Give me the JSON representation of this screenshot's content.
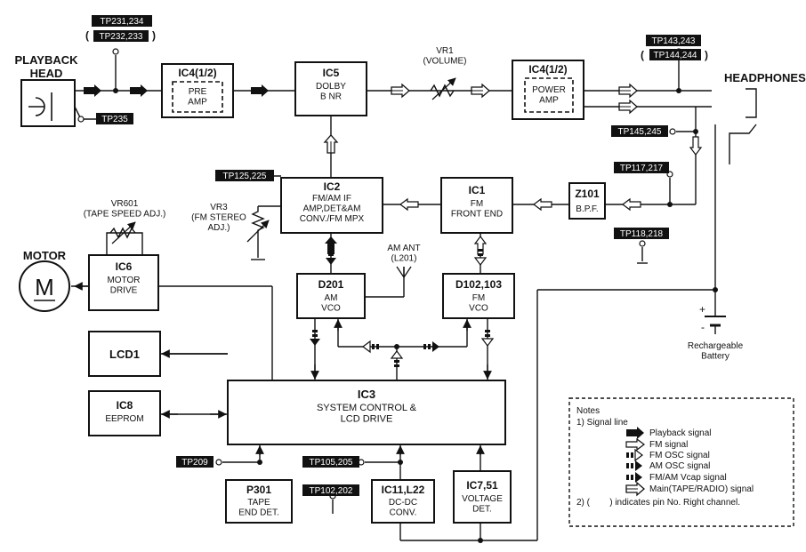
{
  "diagram": {
    "blocks": {
      "playback_head": "PLAYBACK\nHEAD",
      "ic4_pre": {
        "title": "IC4(1/2)",
        "inner": "PRE\nAMP"
      },
      "ic5": {
        "title": "IC5",
        "sub": "DOLBY\nB NR"
      },
      "vr1": "VR1\n(VOLUME)",
      "ic4_power": {
        "title": "IC4(1/2)",
        "inner": "POWER\nAMP"
      },
      "headphones": "HEADPHONES",
      "ic2": {
        "title": "IC2",
        "sub": "FM/AM IF\nAMP,DET&AM\nCONV./FM MPX"
      },
      "ic1": {
        "title": "IC1",
        "sub": "FM\nFRONT END"
      },
      "z101": {
        "title": "Z101",
        "sub": "B.P.F."
      },
      "vr3": "VR3\n(FM STEREO\nADJ.)",
      "vr601": "VR601\n(TAPE SPEED ADJ.)",
      "motor": "MOTOR",
      "motor_symbol": "M",
      "ic6": {
        "title": "IC6",
        "sub": "MOTOR\nDRIVE"
      },
      "am_ant": "AM ANT\n(L201)",
      "d201": {
        "title": "D201",
        "sub": "AM\nVCO"
      },
      "d102": {
        "title": "D102,103",
        "sub": "FM\nVCO"
      },
      "lcd1": "LCD1",
      "ic8": {
        "title": "IC8",
        "sub": "EEPROM"
      },
      "ic3": {
        "title": "IC3",
        "sub": "SYSTEM CONTROL &\nLCD  DRIVE"
      },
      "p301": {
        "title": "P301",
        "sub": "TAPE\nEND DET."
      },
      "ic11": {
        "title": "IC11,L22",
        "sub": "DC-DC\nCONV."
      },
      "ic7": {
        "title": "IC7,51",
        "sub": "VOLTAGE\nDET."
      },
      "battery": "Rechargeable\nBattery",
      "battery_plus": "+",
      "battery_minus": "-"
    },
    "test_points": {
      "tp231": "TP231,234",
      "tp232": "TP232,233",
      "tp235": "TP235",
      "tp143": "TP143,243",
      "tp144": "TP144,244",
      "tp145": "TP145,245",
      "tp117": "TP117,217",
      "tp118": "TP118,218",
      "tp125": "TP125,225",
      "tp209": "TP209",
      "tp105": "TP105,205",
      "tp102": "TP102,202"
    },
    "paren_open": "(",
    "paren_close": ")",
    "notes": {
      "title": "Notes",
      "signal_line": "1) Signal line",
      "items": [
        "Playback signal",
        "FM signal",
        "FM OSC signal",
        "AM OSC signal",
        "FM/AM Vcap signal",
        "Main(TAPE/RADIO) signal"
      ],
      "pin_note": "2) (        ) indicates pin No. Right channel."
    }
  }
}
